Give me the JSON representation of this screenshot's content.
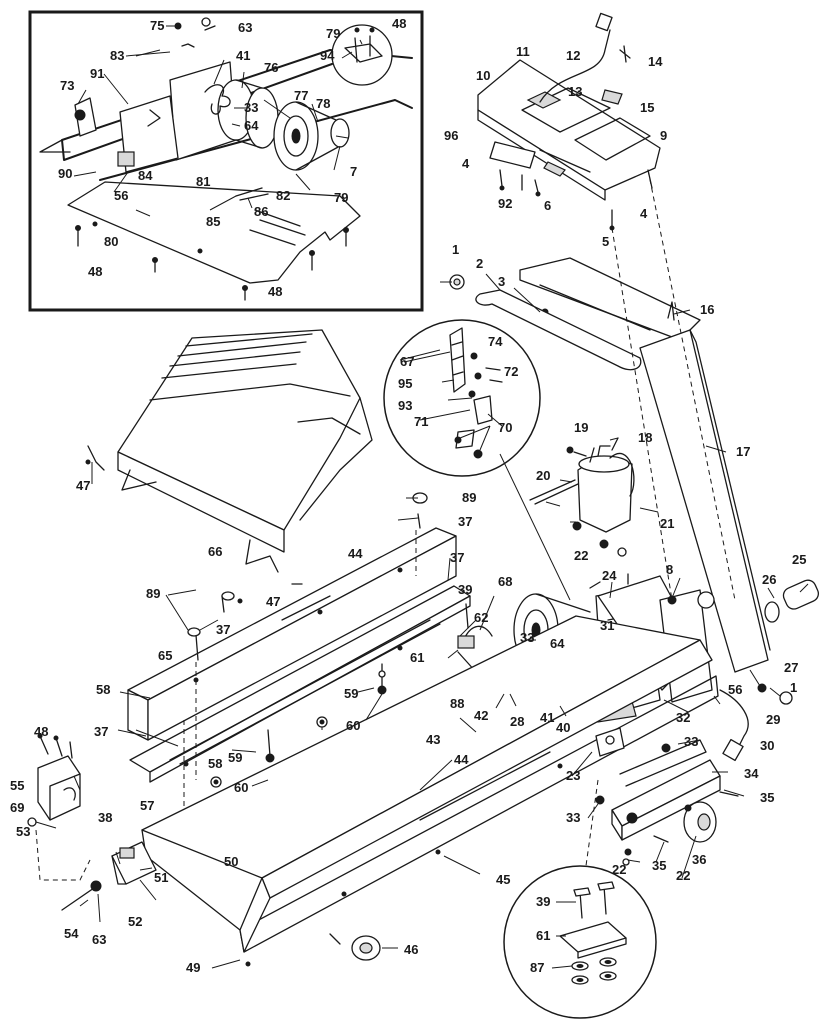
{
  "labels": [
    "75",
    "63",
    "83",
    "91",
    "41",
    "76",
    "73",
    "33",
    "64",
    "77",
    "78",
    "79",
    "94",
    "48",
    "84",
    "81",
    "82",
    "7",
    "90",
    "56",
    "85",
    "86",
    "79",
    "80",
    "48",
    "48",
    "11",
    "12",
    "14",
    "10",
    "13",
    "15",
    "9",
    "96",
    "4",
    "6",
    "92",
    "5",
    "4",
    "1",
    "2",
    "3",
    "16",
    "67",
    "74",
    "72",
    "95",
    "93",
    "71",
    "70",
    "17",
    "19",
    "18",
    "20",
    "21",
    "22",
    "24",
    "8",
    "26",
    "25",
    "89",
    "37",
    "47",
    "66",
    "47",
    "44",
    "37",
    "39",
    "68",
    "62",
    "61",
    "33",
    "64",
    "31",
    "89",
    "37",
    "65",
    "58",
    "59",
    "60",
    "88",
    "42",
    "28",
    "41",
    "40",
    "32",
    "27",
    "56",
    "1",
    "29",
    "30",
    "37",
    "58",
    "59",
    "60",
    "43",
    "23",
    "33",
    "34",
    "35",
    "48",
    "55",
    "69",
    "57",
    "38",
    "53",
    "44",
    "33",
    "22",
    "35",
    "22",
    "36",
    "51",
    "50",
    "45",
    "39",
    "61",
    "54",
    "63",
    "52",
    "87",
    "49",
    "46"
  ]
}
